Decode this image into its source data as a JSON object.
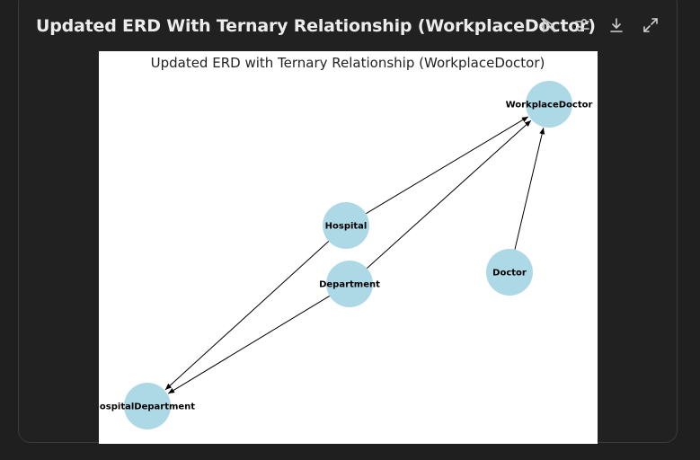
{
  "header": {
    "title": "Updated ERD With Ternary Relationship (WorkplaceDoctor)"
  },
  "toolbar": [
    {
      "name": "hide-code-icon",
      "label": "Hide code"
    },
    {
      "name": "settings-sliders-icon",
      "label": "Adjust"
    },
    {
      "name": "download-icon",
      "label": "Download"
    },
    {
      "name": "expand-icon",
      "label": "Expand"
    }
  ],
  "colors": {
    "node_fill": "#add8e6",
    "edge": "#000000",
    "background": "#1f1f1f",
    "figure_bg": "#ffffff"
  },
  "chart_data": {
    "type": "diagram",
    "title": "Updated ERD with Ternary Relationship (WorkplaceDoctor)",
    "nodes": [
      {
        "id": "WorkplaceDoctor",
        "label": "WorkplaceDoctor"
      },
      {
        "id": "Hospital",
        "label": "Hospital"
      },
      {
        "id": "Department",
        "label": "Department"
      },
      {
        "id": "Doctor",
        "label": "Doctor"
      },
      {
        "id": "HospitalDepartment",
        "label": "ospitalDepartment"
      }
    ],
    "edges": [
      {
        "from": "Hospital",
        "to": "WorkplaceDoctor"
      },
      {
        "from": "Department",
        "to": "WorkplaceDoctor"
      },
      {
        "from": "Doctor",
        "to": "WorkplaceDoctor"
      },
      {
        "from": "Hospital",
        "to": "HospitalDepartment"
      },
      {
        "from": "Department",
        "to": "HospitalDepartment"
      }
    ]
  }
}
